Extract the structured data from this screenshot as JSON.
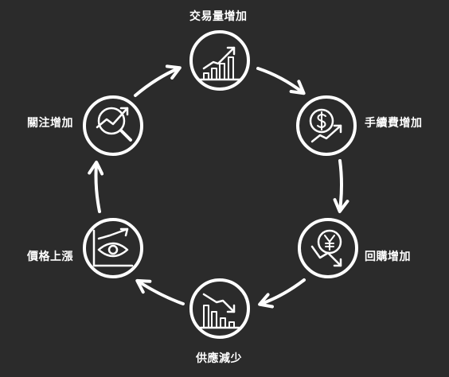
{
  "colors": {
    "background": "#2b2b2b",
    "foreground": "#ffffff"
  },
  "nodes": [
    {
      "id": "volume",
      "label": "交易量增加",
      "icon": "bar-chart-up-icon"
    },
    {
      "id": "fees",
      "label": "手續費增加",
      "icon": "dollar-trend-up-icon"
    },
    {
      "id": "buyback",
      "label": "回購增加",
      "icon": "yen-trend-down-icon"
    },
    {
      "id": "supply",
      "label": "供應減少",
      "icon": "bar-chart-down-icon"
    },
    {
      "id": "price",
      "label": "價格上漲",
      "icon": "eye-chart-up-icon"
    },
    {
      "id": "attention",
      "label": "關注增加",
      "icon": "magnifier-trend-icon"
    }
  ]
}
